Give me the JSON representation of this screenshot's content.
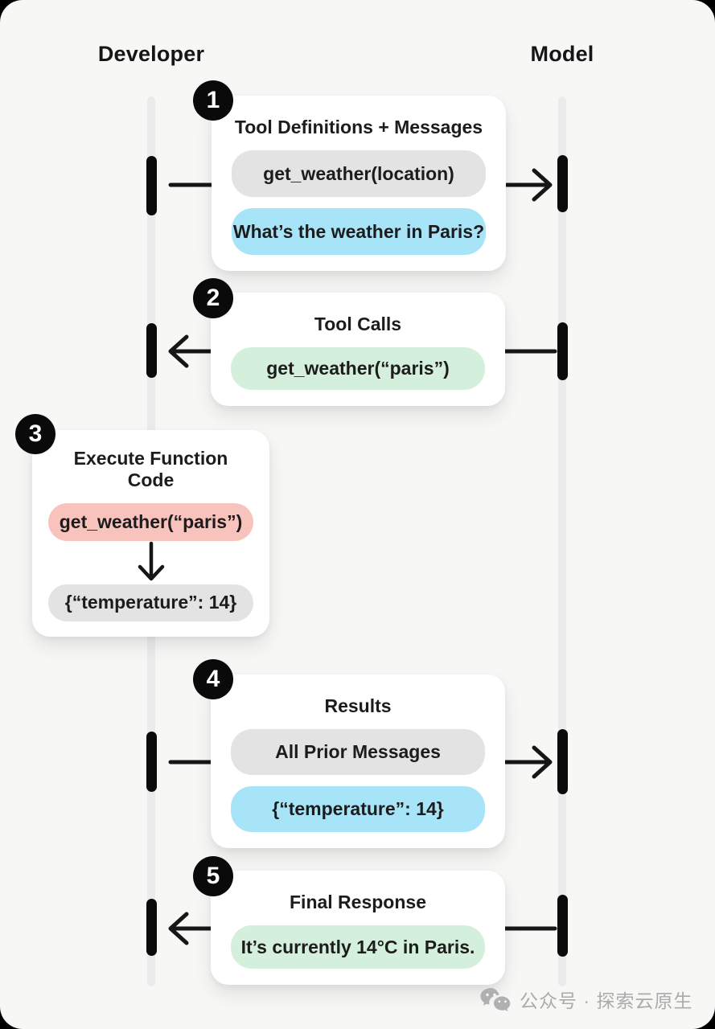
{
  "actors": {
    "developer": "Developer",
    "model": "Model"
  },
  "palette": {
    "canvas_bg": "#f7f7f6",
    "card_bg": "#ffffff",
    "lifeline": "#ebebeb",
    "ink": "#161616",
    "gray_pill": "#e3e3e3",
    "blue_pill": "#a8e4f8",
    "green_pill": "#d4f0dc",
    "red_pill": "#f9c3bd",
    "watermark_gray": "#ababab"
  },
  "steps": [
    {
      "badge": "1",
      "title": "Tool Definitions + Messages",
      "direction": "developer-to-model",
      "pills": [
        {
          "text": "get_weather(location)",
          "color": "gray"
        },
        {
          "text": "What’s the weather in Paris?",
          "color": "blue"
        }
      ]
    },
    {
      "badge": "2",
      "title": "Tool Calls",
      "direction": "model-to-developer",
      "pills": [
        {
          "text": "get_weather(“paris”)",
          "color": "green"
        }
      ]
    },
    {
      "badge": "3",
      "title": "Execute Function Code",
      "direction": "developer-internal",
      "pills": [
        {
          "text": "get_weather(“paris”)",
          "color": "red"
        },
        {
          "text": "{“temperature”: 14}",
          "color": "gray"
        }
      ]
    },
    {
      "badge": "4",
      "title": "Results",
      "direction": "developer-to-model",
      "pills": [
        {
          "text": "All Prior Messages",
          "color": "gray"
        },
        {
          "text": "{“temperature”: 14}",
          "color": "blue"
        }
      ]
    },
    {
      "badge": "5",
      "title": "Final Response",
      "direction": "model-to-developer",
      "pills": [
        {
          "text": "It’s currently 14°C in Paris.",
          "color": "green"
        }
      ]
    }
  ],
  "watermark": {
    "label": "公众号 · 探索云原生",
    "icon": "wechat-icon"
  }
}
